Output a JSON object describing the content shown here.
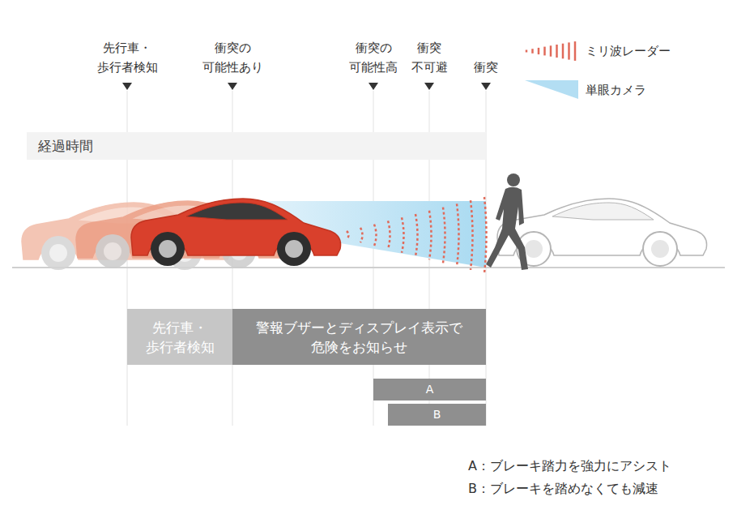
{
  "diagram": {
    "nodes": [
      {
        "text": [
          "経過時間"
        ]
      },
      {
        "text": [
          "先行車・ 歩行者検知"
        ]
      },
      {
        "text": [
          "警報ブザーとディスプレイ表示で 危険をお知らせ"
        ]
      },
      {
        "text": [
          "A"
        ]
      },
      {
        "text": [
          "B"
        ]
      }
    ],
    "labels": [
      "先行車・ 歩行者検知",
      "衝突の 可能性あり",
      "衝突の 可能性高",
      "衝突 不可避",
      "衝突",
      "A：ブレーキ踏力を強力にアシスト",
      "B：ブレーキを踏めなくても減速"
    ],
    "legend": [
      {
        "text": "ミリ波レーダー"
      },
      {
        "text": "単眼カメラ",
        "color": "#b3def3"
      }
    ]
  }
}
